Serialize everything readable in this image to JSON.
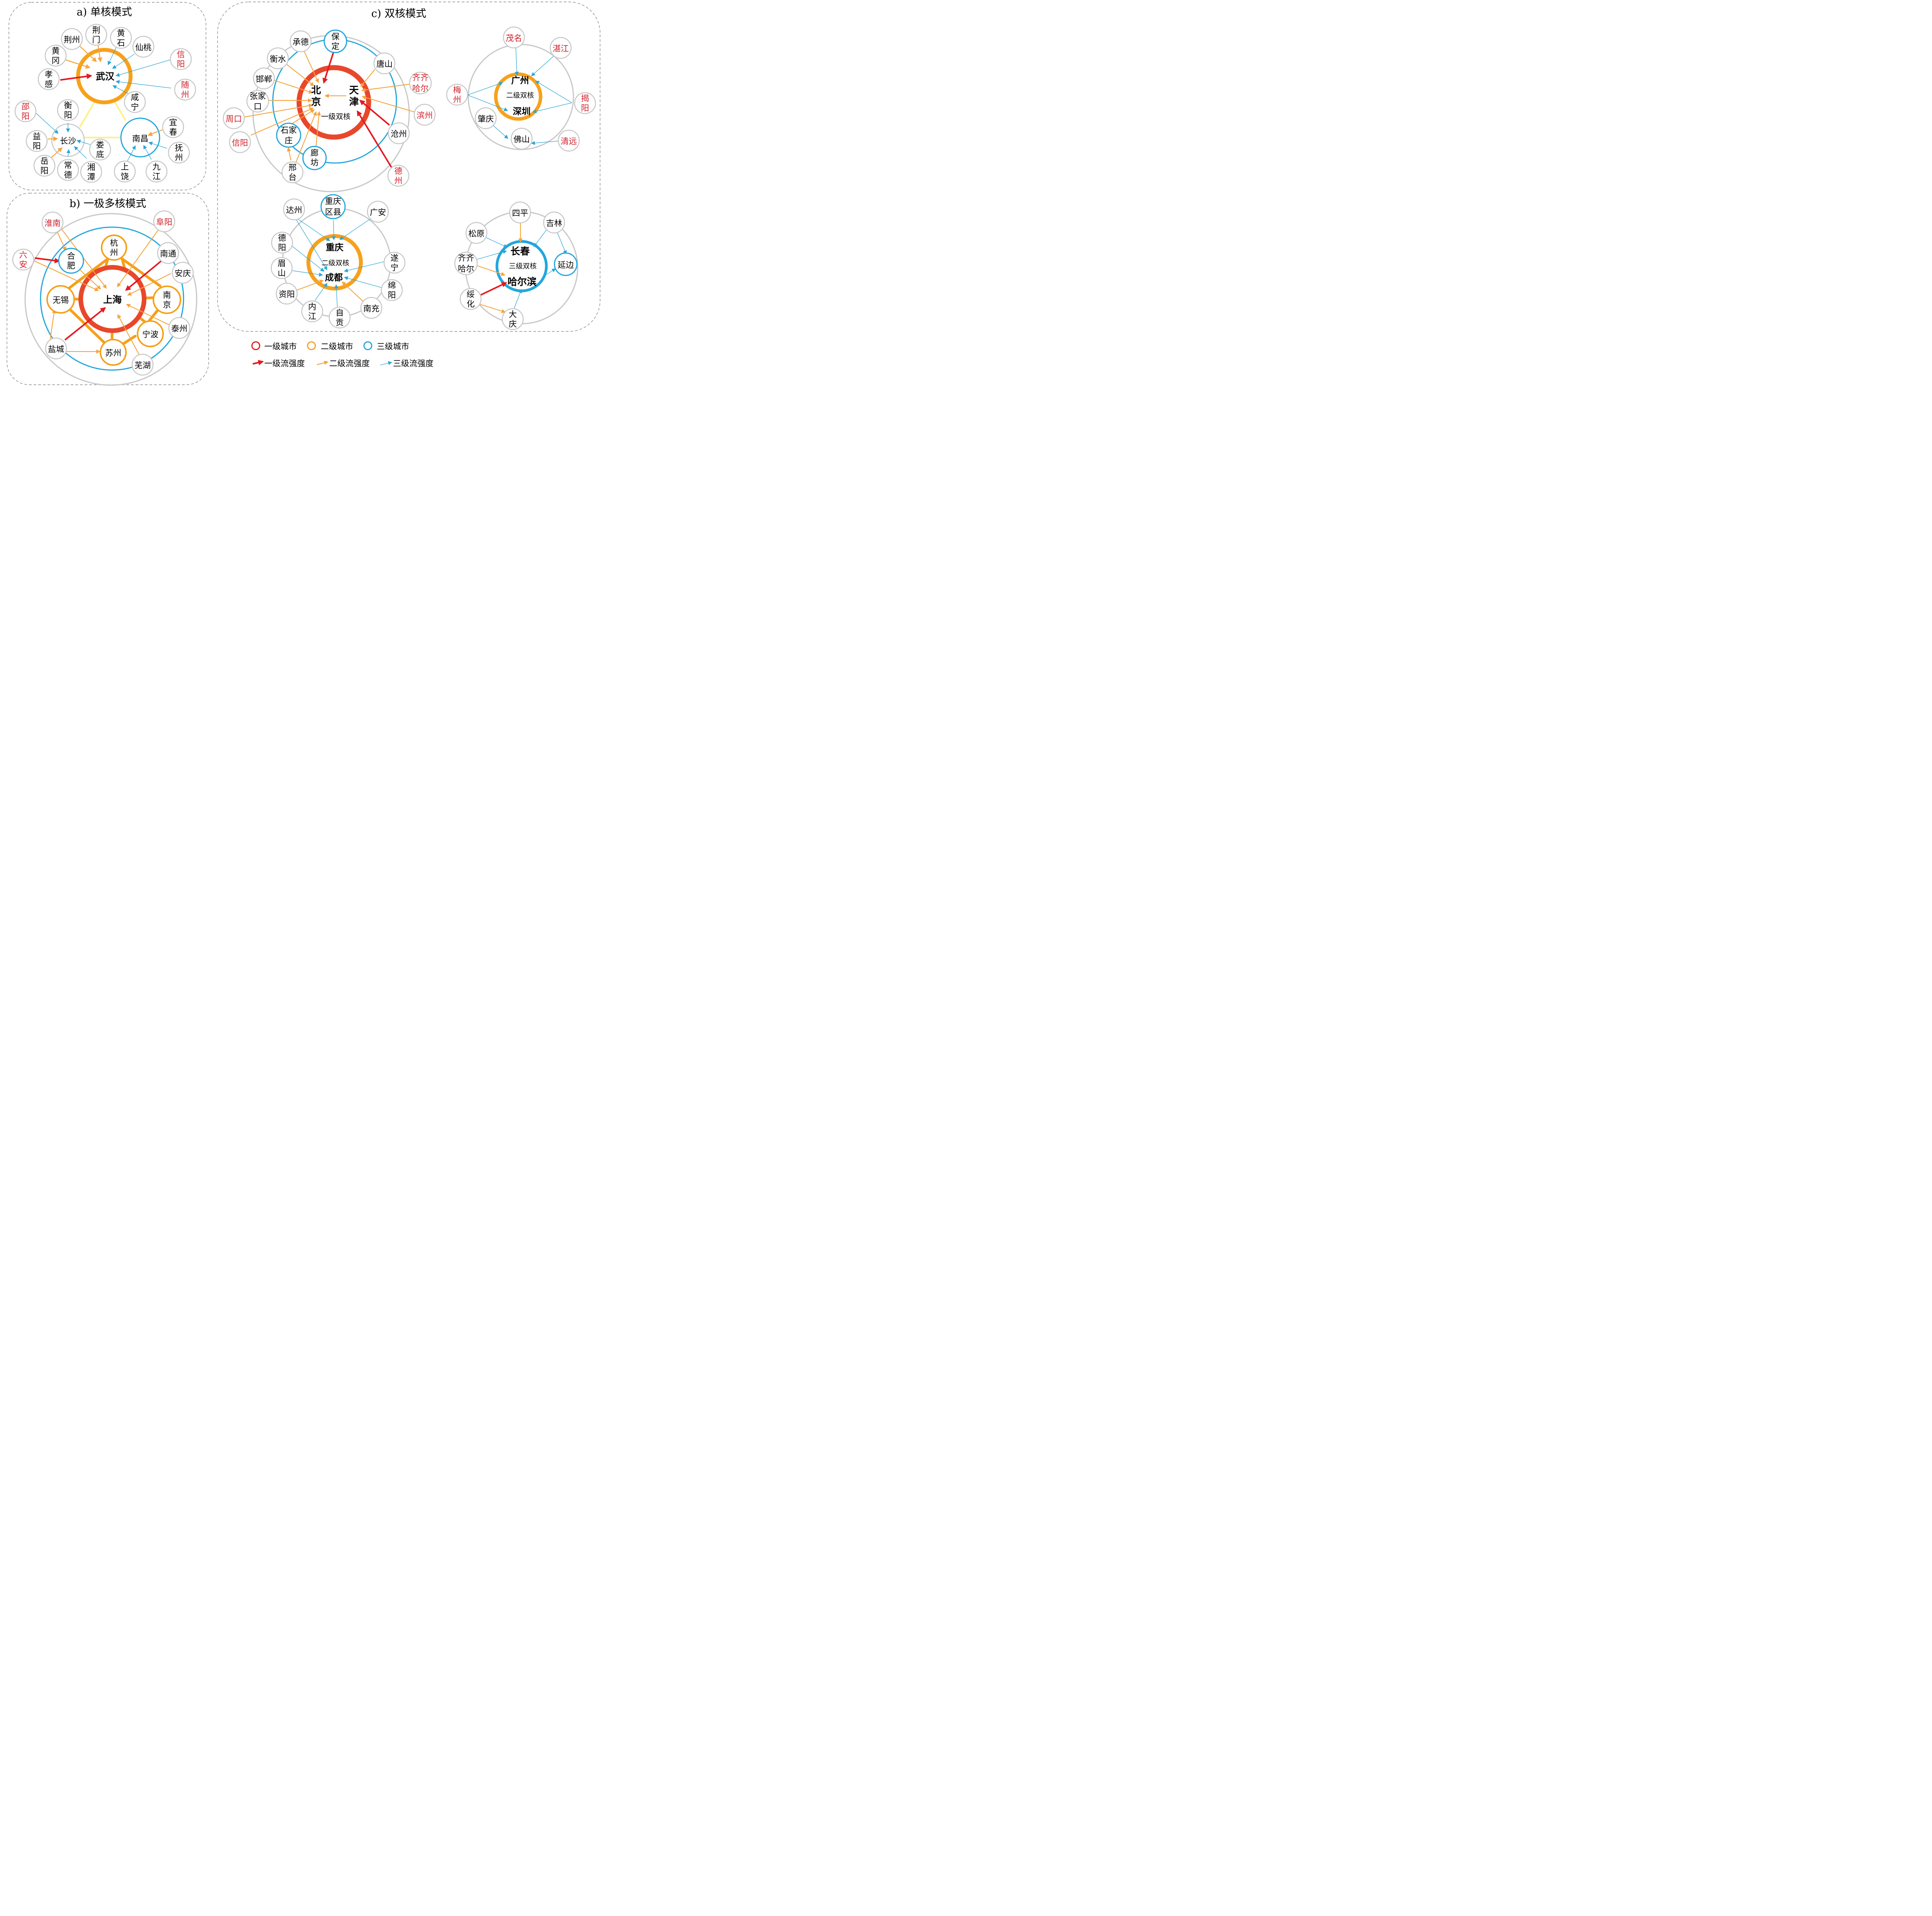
{
  "colors": {
    "level1": "#e8472b",
    "level2": "#f5a01a",
    "level3": "#22a6dc",
    "arrow1": "#e5191f",
    "arrow2": "#f5ae4e",
    "arrow3": "#2aa6d6",
    "node_grey": "#c7c7c7",
    "red_text": "#d0202a",
    "link_yellow": "#fbf184"
  },
  "panels": {
    "a": {
      "title": "a) 单核模式",
      "cities": {
        "wuhan": "武汉",
        "jingzhou": "荆州",
        "jingmen": "荆门",
        "huangshi": "黄石",
        "xiantao": "仙桃",
        "huanggang": "黄冈",
        "xiaogan": "孝感",
        "xinyang": "信阳",
        "suizhou": "随州",
        "xianning": "咸宁",
        "changsha": "长沙",
        "shaoyang": "邵阳",
        "hengyang": "衡阳",
        "yiyang": "益阳",
        "yueyang": "岳阳",
        "changde": "常德",
        "xiangtan": "湘潭",
        "loudi": "娄底",
        "nanchang": "南昌",
        "yichun": "宜春",
        "fuzhou": "抚州",
        "jiujiang": "九江",
        "shangrao": "上饶"
      }
    },
    "b": {
      "title": "b) 一极多核模式",
      "cities": {
        "shanghai": "上海",
        "hangzhou": "杭州",
        "nanjing": "南京",
        "wuxi": "无锡",
        "suzhou": "苏州",
        "ningbo": "宁波",
        "hefei": "合肥",
        "huainan": "淮南",
        "fuyang": "阜阳",
        "luan": "六安",
        "nantong": "南通",
        "anqing": "安庆",
        "taizhou": "泰州",
        "yancheng": "盐城",
        "wuhu": "芜湖"
      }
    },
    "c": {
      "title": "c) 双核模式",
      "cities": {
        "beijing": "北京",
        "tianjin": "天津",
        "core1": "一级双核",
        "chengde": "承德",
        "baoding": "保定",
        "hengshui": "衡水",
        "tangshan": "唐山",
        "handan": "邯郸",
        "qiqihar": "齐齐哈尔",
        "zhangjiakou": "张家口",
        "binzhou": "滨州",
        "zhoukou": "周口",
        "shijiazhuang": "石家庄",
        "cangzhou": "沧州",
        "xinyang": "信阳",
        "langfang": "廊坊",
        "xingtai": "邢台",
        "dezhou": "德州",
        "guangzhou": "广州",
        "shenzhen": "深圳",
        "core2_gd": "二级双核",
        "maoming": "茂名",
        "zhanjiang": "湛江",
        "meizhou": "梅州",
        "jieyang": "揭阳",
        "zhaoqing": "肇庆",
        "foshan": "佛山",
        "qingyuan": "清远",
        "chongqing": "重庆",
        "chengdu": "成都",
        "core2_cy": "二级双核",
        "dazhou": "达州",
        "cqcounty": "重庆区县",
        "guangan": "广安",
        "deyang": "德阳",
        "suining": "遂宁",
        "meishan": "眉山",
        "mianyang": "绵阳",
        "ziyang": "资阳",
        "neijiang": "内江",
        "zigong": "自贡",
        "nanchong": "南充",
        "changchun": "长春",
        "harbin": "哈尔滨",
        "core3": "三级双核",
        "siping": "四平",
        "jilin": "吉林",
        "songyuan": "松原",
        "qiqihar2": "齐齐哈尔",
        "yanbian": "延边",
        "suihua": "绥化",
        "daqing": "大庆"
      }
    }
  },
  "legend": {
    "city1": "一级城市",
    "city2": "二级城市",
    "city3": "三级城市",
    "flow1": "一级流强度",
    "flow2": "二级流强度",
    "flow3": "三级流强度"
  }
}
